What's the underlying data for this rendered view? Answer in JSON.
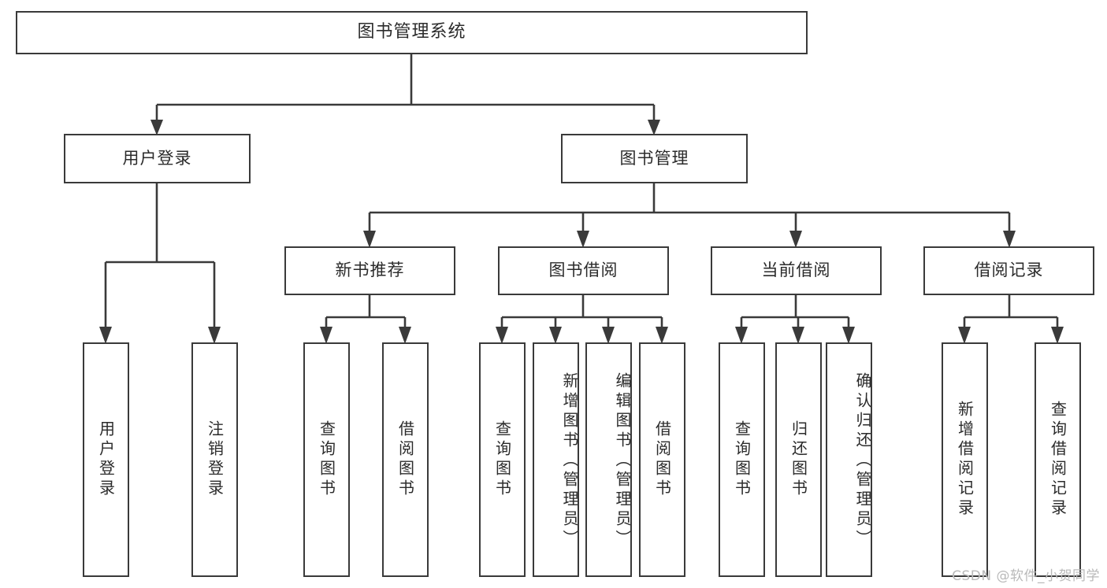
{
  "diagram": {
    "type": "tree-hierarchy-chart",
    "title": "图书管理系统",
    "watermark": "CSDN @软件_小贺同学",
    "colors": {
      "stroke": "#3a3a3a",
      "text": "#2b2b2b",
      "background": "#ffffff",
      "watermark": "#b9b9b9"
    },
    "nodes": {
      "root": {
        "label": "图书管理系统"
      },
      "level2": [
        {
          "label": "用户登录"
        },
        {
          "label": "图书管理"
        }
      ],
      "level3": [
        {
          "label": "新书推荐"
        },
        {
          "label": "图书借阅"
        },
        {
          "label": "当前借阅"
        },
        {
          "label": "借阅记录"
        }
      ],
      "leaves": {
        "user_login": [
          {
            "label": "用户登录"
          },
          {
            "label": "注销登录"
          }
        ],
        "new_book_recommend": [
          {
            "label": "查询图书"
          },
          {
            "label": "借阅图书"
          }
        ],
        "book_borrow": [
          {
            "label": "查询图书"
          },
          {
            "label": "新增图书（管理员）"
          },
          {
            "label": "编辑图书（管理员）"
          },
          {
            "label": "借阅图书"
          }
        ],
        "current_borrow": [
          {
            "label": "查询图书"
          },
          {
            "label": "归还图书"
          },
          {
            "label": "确认归还（管理员）"
          }
        ],
        "borrow_record": [
          {
            "label": "新增借阅记录"
          },
          {
            "label": "查询借阅记录"
          }
        ]
      }
    }
  }
}
